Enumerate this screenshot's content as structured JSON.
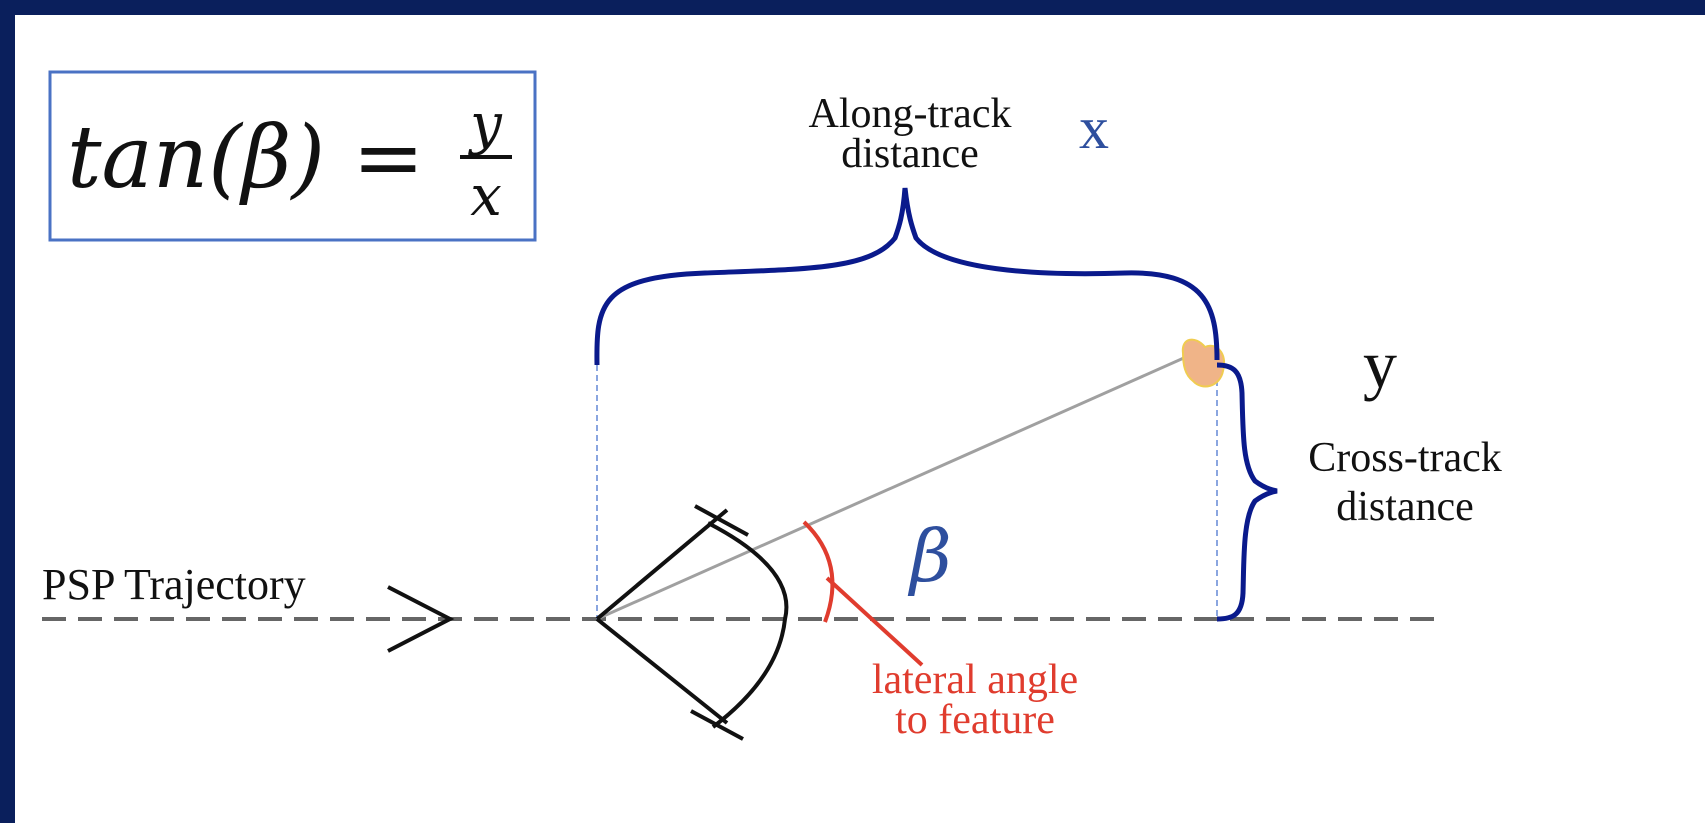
{
  "formula": {
    "lhs": "tan(β) =",
    "numerator": "y",
    "denominator": "x"
  },
  "labels": {
    "along_track_line1": "Along-track",
    "along_track_line2": "distance",
    "x_symbol": "x",
    "y_symbol": "y",
    "cross_track_line1": "Cross-track",
    "cross_track_line2": "distance",
    "beta_symbol": "β",
    "trajectory": "PSP Trajectory",
    "lateral_line1": "lateral angle",
    "lateral_line2": "to feature"
  },
  "colors": {
    "background_frame": "#0a1f5c",
    "brace": "#0a1a8c",
    "angle_arc": "#e03c2e",
    "feature_blob": "#f0b488",
    "symbol_blue": "#2e4f9e",
    "formula_box_border": "#4a72c4"
  }
}
